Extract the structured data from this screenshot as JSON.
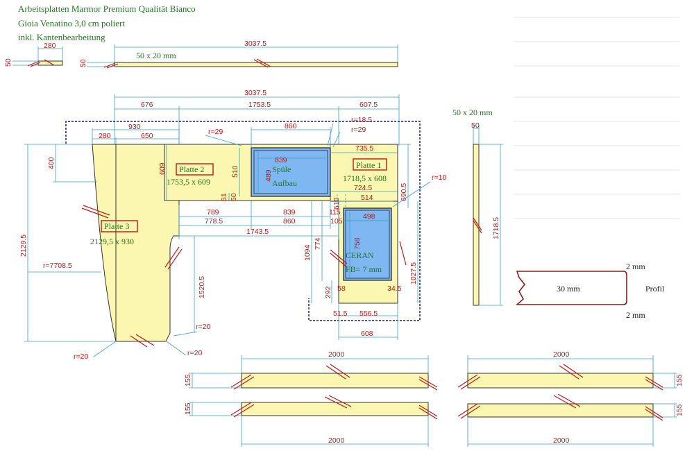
{
  "header": {
    "line1": "Arbeitsplatten Marmor Premium Qualität Bianco",
    "line2": "Gioia Venatino 3,0 cm poliert",
    "line3": "inkl. Kantenbearbeitung"
  },
  "strips_top": {
    "short_len": "280",
    "short_h": "50",
    "long_len": "3037.5",
    "long_h": "50",
    "long_note": "50 x 20 mm"
  },
  "plan": {
    "overall": "3037.5",
    "seg_676": "676",
    "seg_1753": "1753.5",
    "seg_607": "607.5",
    "d930": "930",
    "d650": "650",
    "d280": "280",
    "d860_top": "860",
    "r18": "r=18.5",
    "r29a": "r=29",
    "r29b": "r=29",
    "d400": "400",
    "d2129": "2129.5",
    "d609": "609",
    "d510": "510",
    "d839_sink": "839",
    "d489": "489",
    "d61": "61",
    "d50": "50",
    "d735": "735.5",
    "d724": "724.5",
    "d690": "690.5",
    "r10": "r=10",
    "d514": "514",
    "d498": "498",
    "d115": "115",
    "d105": "105",
    "d610": "610",
    "d789": "789",
    "d839": "839",
    "d778": "778.5",
    "d860": "860",
    "d1743": "1743.5",
    "d1094": "1094",
    "d774": "774",
    "d758": "758",
    "d1027": "1027.5",
    "d1520": "1520.5",
    "d292": "292",
    "d58": "58",
    "d34": "34.5",
    "d515": "51.5",
    "d556": "556.5",
    "d608": "608",
    "r7708": "r=7708.5",
    "r20a": "r=20",
    "r20b": "r=20",
    "r20c": "r=20",
    "platte1_name": "Platte 1",
    "platte1_size": "1718,5 x 608",
    "platte2_name": "Platte 2",
    "platte2_size": "1753,5 x 609",
    "platte3_name": "Platte 3",
    "platte3_size": "2129,5 x 930",
    "sink1": "Spüle",
    "sink2": "Aufbau",
    "ceran1": "CERAN",
    "ceran2": "FB= 7 mm"
  },
  "side": {
    "note": "50 x 20 mm",
    "w": "50",
    "h": "1718.5"
  },
  "profile": {
    "top": "2 mm",
    "mid": "30 mm",
    "bottom": "2 mm",
    "label": "Profil"
  },
  "bottom_strips": {
    "tl_len": "2000",
    "tl_h": "155",
    "bl_len": "2000",
    "bl_h": "155",
    "tr_len": "2000",
    "tr_h": "155",
    "br_len": "2000",
    "br_h": "155"
  }
}
